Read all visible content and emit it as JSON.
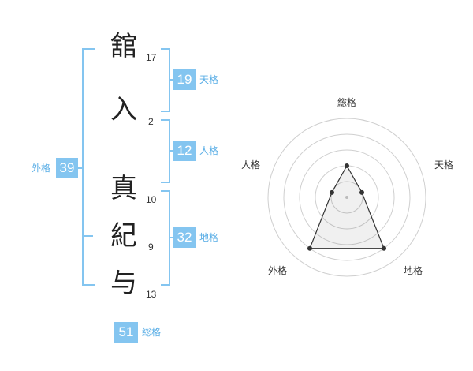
{
  "name_chars": [
    {
      "char": "舘",
      "strokes": "17"
    },
    {
      "char": "入",
      "strokes": "2"
    },
    {
      "char": "真",
      "strokes": "10"
    },
    {
      "char": "紀",
      "strokes": "9"
    },
    {
      "char": "与",
      "strokes": "13"
    }
  ],
  "fortunes": {
    "tenkaku": {
      "value": "19",
      "label": "天格"
    },
    "jinkaku": {
      "value": "12",
      "label": "人格"
    },
    "chikaku": {
      "value": "32",
      "label": "地格"
    },
    "gaikaku": {
      "value": "39",
      "label": "外格"
    },
    "soukaku": {
      "value": "51",
      "label": "総格"
    }
  },
  "colors": {
    "accent": "#84c5f0",
    "label_text": "#5aaee6"
  },
  "chart_data": {
    "type": "radar",
    "axes": [
      "総格",
      "天格",
      "地格",
      "外格",
      "人格"
    ],
    "series": [
      {
        "values": [
          2,
          1,
          4,
          4,
          1
        ]
      }
    ],
    "scale_max": 5,
    "rings": 5
  }
}
